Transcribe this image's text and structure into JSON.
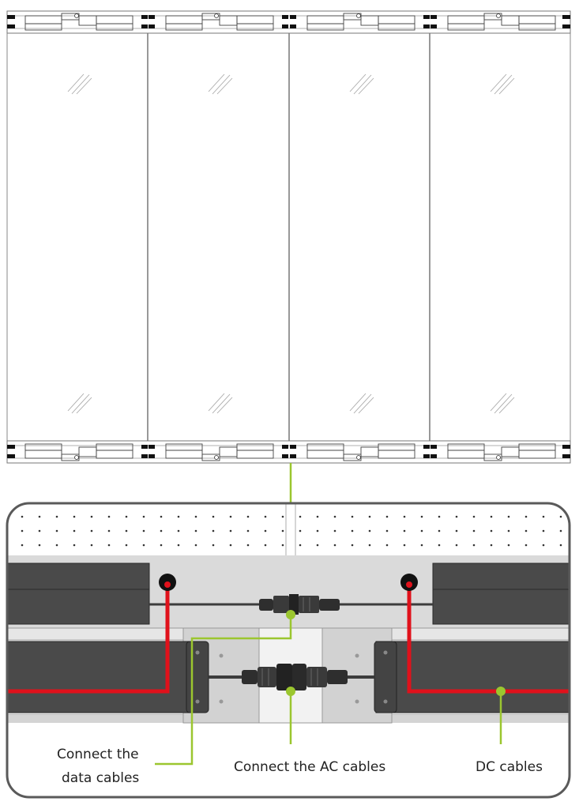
{
  "callouts": {
    "data_cables": {
      "line1": "Connect the",
      "line2": "data cables"
    },
    "ac_cables": "Connect the AC cables",
    "dc_cables": "DC cables"
  },
  "colors": {
    "callout_line": "#9bc62f",
    "dc_cable": "#e0111b",
    "panel_outline": "#8a8a8a",
    "detail_frame": "#5a5a5a",
    "cabinet": "#4a4a4a",
    "cable": "#3c3c3c"
  },
  "panel_count": 4
}
